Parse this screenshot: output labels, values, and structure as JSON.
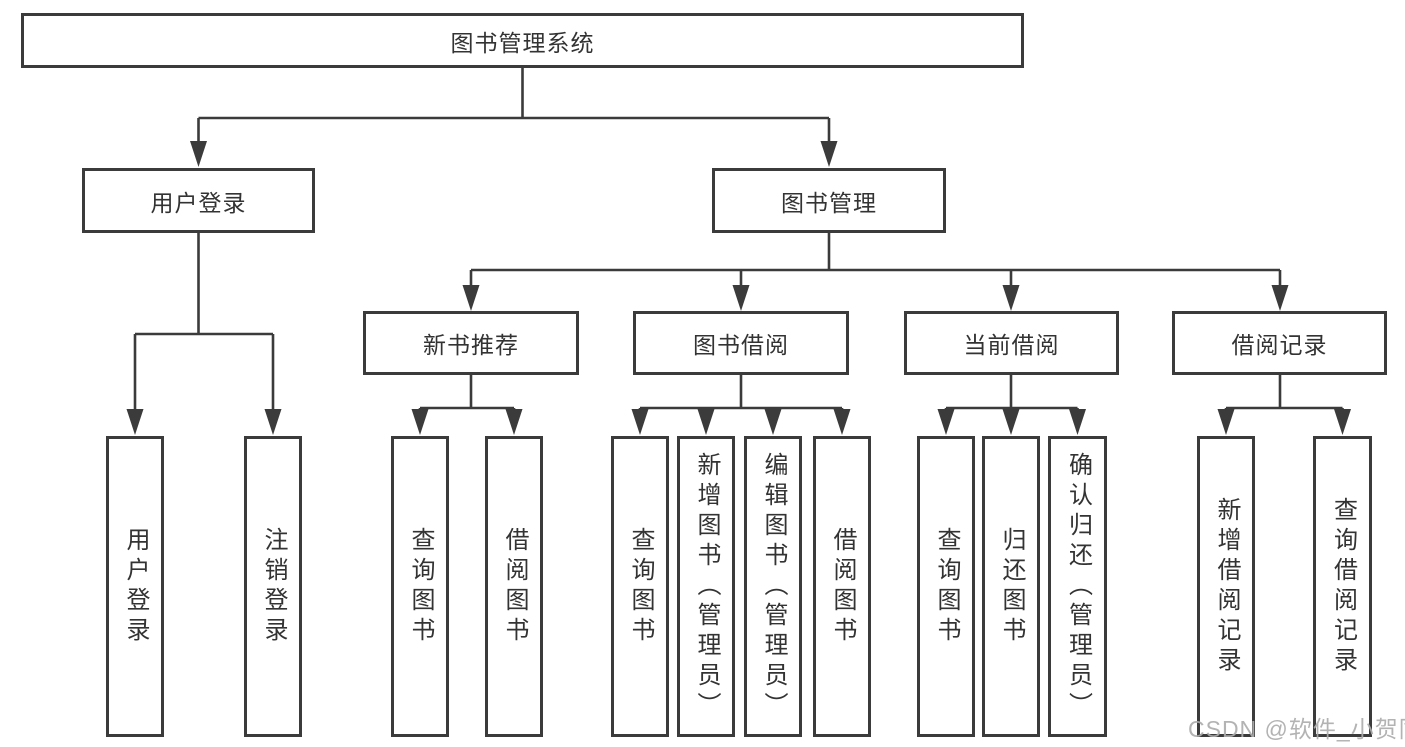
{
  "diagram_title": "图书管理系统",
  "tree": {
    "label": "图书管理系统",
    "children": [
      {
        "label": "用户登录",
        "children": [
          {
            "label": "用户登录"
          },
          {
            "label": "注销登录"
          }
        ]
      },
      {
        "label": "图书管理",
        "children": [
          {
            "label": "新书推荐",
            "children": [
              {
                "label": "查询图书"
              },
              {
                "label": "借阅图书"
              }
            ]
          },
          {
            "label": "图书借阅",
            "children": [
              {
                "label": "查询图书"
              },
              {
                "label": "新增图书（管理员）"
              },
              {
                "label": "编辑图书（管理员）"
              },
              {
                "label": "借阅图书"
              }
            ]
          },
          {
            "label": "当前借阅",
            "children": [
              {
                "label": "查询图书"
              },
              {
                "label": "归还图书"
              },
              {
                "label": "确认归还（管理员）"
              }
            ]
          },
          {
            "label": "借阅记录",
            "children": [
              {
                "label": "新增借阅记录"
              },
              {
                "label": "查询借阅记录"
              }
            ]
          }
        ]
      }
    ]
  },
  "watermark": "CSDN @软件_小贺同学",
  "colors": {
    "line": "#3b3b3b",
    "box_border": "#3b3b3b",
    "text": "#333333",
    "watermark": "#acacac",
    "background": "#ffffff"
  }
}
